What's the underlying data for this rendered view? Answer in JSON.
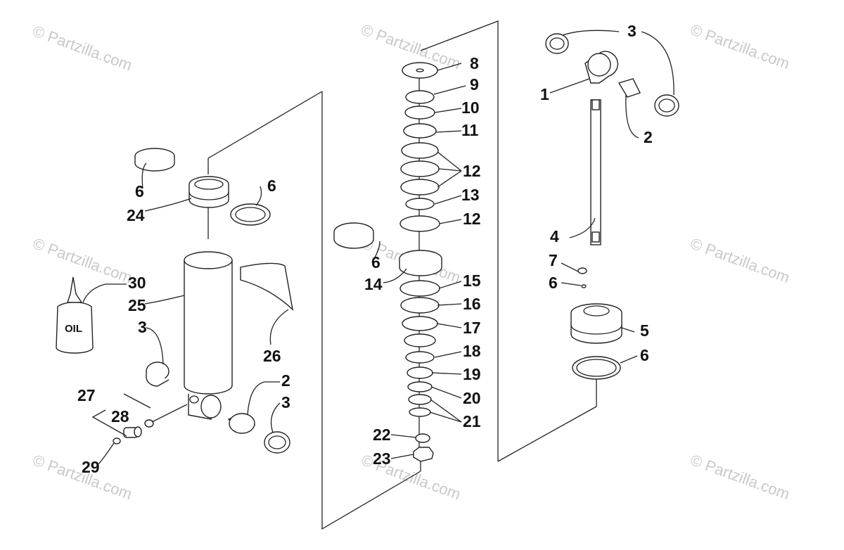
{
  "watermark": "© Partzilla.com",
  "oil_label": "OIL",
  "labels": {
    "l1": "1",
    "l2a": "2",
    "l2b": "2",
    "l3a": "3",
    "l3b": "3",
    "l3c": "3",
    "l4": "4",
    "l5": "5",
    "l6a": "6",
    "l6b": "6",
    "l6c": "6",
    "l6d": "6",
    "l6e": "6",
    "l7": "7",
    "l8": "8",
    "l9": "9",
    "l10": "10",
    "l11": "11",
    "l12a": "12",
    "l12b": "12",
    "l13": "13",
    "l14": "14",
    "l15": "15",
    "l16": "16",
    "l17": "17",
    "l18": "18",
    "l19": "19",
    "l20": "20",
    "l21": "21",
    "l22": "22",
    "l23": "23",
    "l24": "24",
    "l25": "25",
    "l26": "26",
    "l27": "27",
    "l28": "28",
    "l29": "29",
    "l30": "30"
  }
}
